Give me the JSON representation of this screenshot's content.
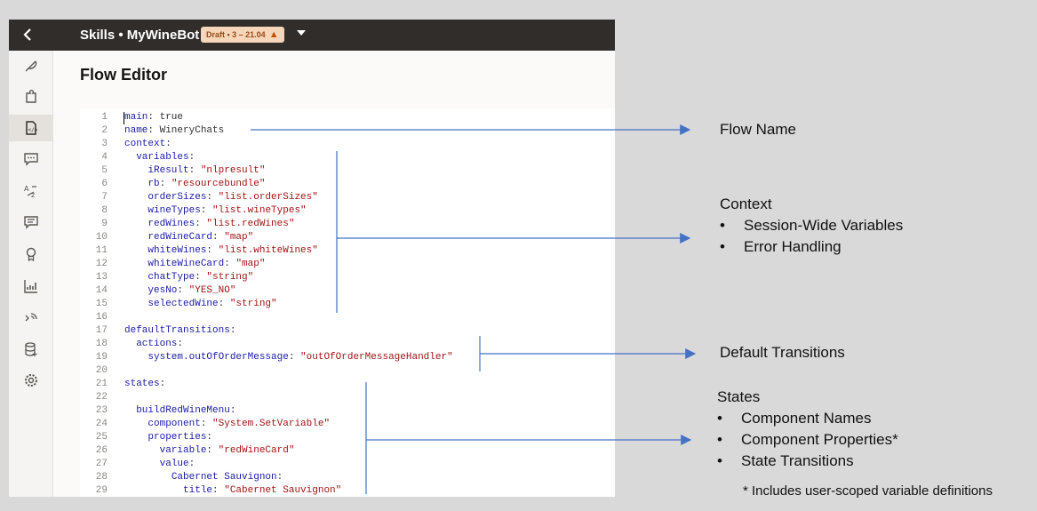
{
  "topbar": {
    "back_icon": "chevron-left-icon",
    "breadcrumb": "Skills • MyWineBot",
    "badge": "Draft • 3 – 21.04",
    "badge_icon": "warning-icon",
    "dropdown_icon": "caret-down-icon"
  },
  "sidebar": {
    "items": [
      {
        "icon": "feather-icon"
      },
      {
        "icon": "puzzle-icon"
      },
      {
        "icon": "flow-code-icon",
        "active": true
      },
      {
        "icon": "chat-icon"
      },
      {
        "icon": "translate-icon"
      },
      {
        "icon": "message-list-icon"
      },
      {
        "icon": "badge-icon"
      },
      {
        "icon": "chart-icon"
      },
      {
        "icon": "channel-icon"
      },
      {
        "icon": "database-icon"
      },
      {
        "icon": "gear-icon"
      }
    ]
  },
  "main": {
    "title": "Flow Editor"
  },
  "editor": {
    "lines": [
      {
        "n": "1",
        "key": "main",
        "sep": ": ",
        "val": "true",
        "type": "plain",
        "indent": ""
      },
      {
        "n": "2",
        "key": "name",
        "sep": ": ",
        "val": "WineryChats",
        "type": "plain",
        "indent": ""
      },
      {
        "n": "3",
        "key": "context",
        "sep": ":",
        "val": "",
        "type": "plain",
        "indent": ""
      },
      {
        "n": "4",
        "key": "variables",
        "sep": ":",
        "val": "",
        "type": "plain",
        "indent": "  "
      },
      {
        "n": "5",
        "key": "iResult",
        "sep": ": ",
        "val": "\"nlpresult\"",
        "type": "str",
        "indent": "    "
      },
      {
        "n": "6",
        "key": "rb",
        "sep": ": ",
        "val": "\"resourcebundle\"",
        "type": "str",
        "indent": "    "
      },
      {
        "n": "7",
        "key": "orderSizes",
        "sep": ": ",
        "val": "\"list.orderSizes\"",
        "type": "str",
        "indent": "    "
      },
      {
        "n": "8",
        "key": "wineTypes",
        "sep": ": ",
        "val": "\"list.wineTypes\"",
        "type": "str",
        "indent": "    "
      },
      {
        "n": "9",
        "key": "redWines",
        "sep": ": ",
        "val": "\"list.redWines\"",
        "type": "str",
        "indent": "    "
      },
      {
        "n": "10",
        "key": "redWineCard",
        "sep": ": ",
        "val": "\"map\"",
        "type": "str",
        "indent": "    "
      },
      {
        "n": "11",
        "key": "whiteWines",
        "sep": ": ",
        "val": "\"list.whiteWines\"",
        "type": "str",
        "indent": "    "
      },
      {
        "n": "12",
        "key": "whiteWineCard",
        "sep": ": ",
        "val": "\"map\"",
        "type": "str",
        "indent": "    "
      },
      {
        "n": "13",
        "key": "chatType",
        "sep": ": ",
        "val": "\"string\"",
        "type": "str",
        "indent": "    "
      },
      {
        "n": "14",
        "key": "yesNo",
        "sep": ": ",
        "val": "\"YES_NO\"",
        "type": "str",
        "indent": "    "
      },
      {
        "n": "15",
        "key": "selectedWine",
        "sep": ": ",
        "val": "\"string\"",
        "type": "str",
        "indent": "    "
      },
      {
        "n": "16",
        "key": "",
        "sep": "",
        "val": "",
        "type": "plain",
        "indent": ""
      },
      {
        "n": "17",
        "key": "defaultTransitions",
        "sep": ":",
        "val": "",
        "type": "plain",
        "indent": ""
      },
      {
        "n": "18",
        "key": "actions",
        "sep": ":",
        "val": "",
        "type": "plain",
        "indent": "  "
      },
      {
        "n": "19",
        "key": "system.outOfOrderMessage",
        "sep": ": ",
        "val": "\"outOfOrderMessageHandler\"",
        "type": "str",
        "indent": "    "
      },
      {
        "n": "20",
        "key": "",
        "sep": "",
        "val": "",
        "type": "plain",
        "indent": ""
      },
      {
        "n": "21",
        "key": "states",
        "sep": ":",
        "val": "",
        "type": "plain",
        "indent": ""
      },
      {
        "n": "22",
        "key": "",
        "sep": "",
        "val": "",
        "type": "plain",
        "indent": ""
      },
      {
        "n": "23",
        "key": "buildRedWineMenu",
        "sep": ":",
        "val": "",
        "type": "plain",
        "indent": "  "
      },
      {
        "n": "24",
        "key": "component",
        "sep": ": ",
        "val": "\"System.SetVariable\"",
        "type": "str",
        "indent": "    "
      },
      {
        "n": "25",
        "key": "properties",
        "sep": ":",
        "val": "",
        "type": "plain",
        "indent": "    "
      },
      {
        "n": "26",
        "key": "variable",
        "sep": ": ",
        "val": "\"redWineCard\"",
        "type": "str",
        "indent": "      "
      },
      {
        "n": "27",
        "key": "value",
        "sep": ":",
        "val": "",
        "type": "plain",
        "indent": "      "
      },
      {
        "n": "28",
        "key": "Cabernet Sauvignon",
        "sep": ":",
        "val": "",
        "type": "plain",
        "indent": "        "
      },
      {
        "n": "29",
        "key": "title",
        "sep": ": ",
        "val": "\"Cabernet Sauvignon\"",
        "type": "str",
        "indent": "          "
      }
    ]
  },
  "annotations": {
    "flow_name": "Flow Name",
    "context": "Context",
    "context_bullets": [
      "Session-Wide Variables",
      "Error Handling"
    ],
    "default_transitions": "Default Transitions",
    "states": "States",
    "states_bullets": [
      "Component Names",
      "Component Properties*",
      "State Transitions"
    ],
    "footnote": "* Includes user-scoped variable definitions",
    "bullet_char": "•",
    "arrow_color": "#4472c4"
  }
}
